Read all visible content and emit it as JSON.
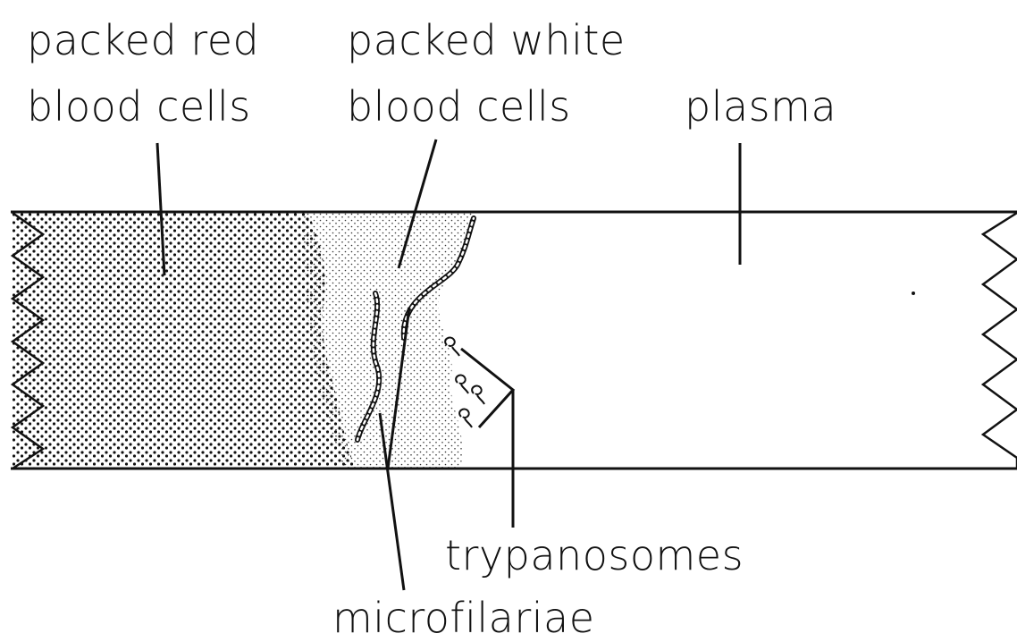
{
  "labels": {
    "packed_red_line1": "packed red",
    "packed_red_line2": "blood cells",
    "packed_white_line1": "packed white",
    "packed_white_line2": "blood cells",
    "plasma": "plasma",
    "trypanosomes": "trypanosomes",
    "microfilariae": "microfilariae"
  },
  "colors": {
    "ink": "#111111",
    "background": "#ffffff"
  }
}
